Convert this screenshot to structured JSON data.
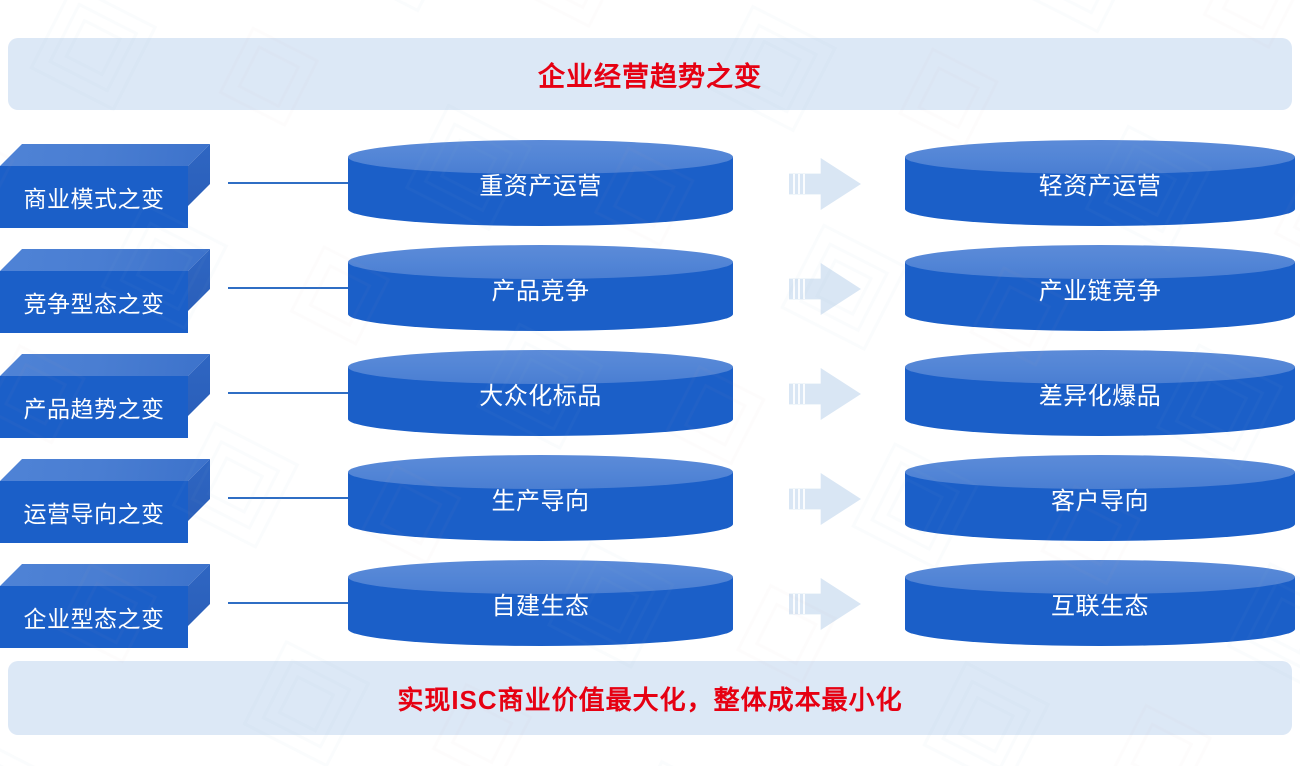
{
  "header": {
    "title": "企业经营趋势之变",
    "accent_color": "#e60012",
    "banner_color": "#dce8f6"
  },
  "footer": {
    "title": "实现ISC商业价值最大化，整体成本最小化",
    "accent_color": "#e60012",
    "banner_color": "#dce8f6"
  },
  "theme": {
    "box_fill": "#1b5fc8",
    "box_top": "#4a7ed2",
    "cylinder_fill": "#1b5fc8",
    "cylinder_top": "#5285d6",
    "arrow_fill": "#d9e6f4",
    "connector": "#2f6ec4",
    "label_text": "#ffffff"
  },
  "rows": [
    {
      "category": "商业模式之变",
      "from": "重资产运营",
      "arrow": "arrow-right-icon",
      "to": "轻资产运营"
    },
    {
      "category": "竞争型态之变",
      "from": "产品竞争",
      "arrow": "arrow-right-icon",
      "to": "产业链竞争"
    },
    {
      "category": "产品趋势之变",
      "from": "大众化标品",
      "arrow": "arrow-right-icon",
      "to": "差异化爆品"
    },
    {
      "category": "运营导向之变",
      "from": "生产导向",
      "arrow": "arrow-right-icon",
      "to": "客户导向"
    },
    {
      "category": "企业型态之变",
      "from": "自建生态",
      "arrow": "arrow-right-icon",
      "to": "互联生态"
    }
  ]
}
